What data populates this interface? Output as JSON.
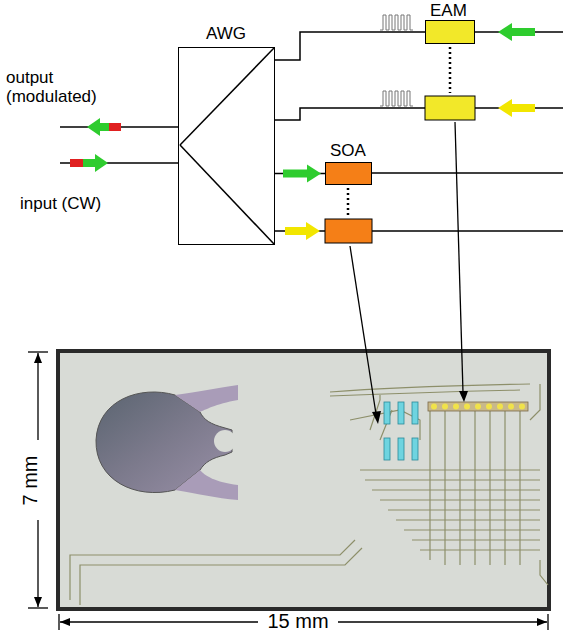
{
  "diagram": {
    "nodes": [
      {
        "text": [
          "AWG"
        ]
      },
      {
        "text": [
          "SOA"
        ]
      },
      {
        "text": [
          "EAM"
        ]
      }
    ],
    "edges": [
      {
        "from": 0,
        "to": 1,
        "arrow": "to"
      },
      {
        "from": 2,
        "to": 0,
        "arrow": "none"
      }
    ],
    "labels": [
      "output (modulated)",
      "input (CW)",
      "7 mm",
      "15 mm"
    ]
  }
}
